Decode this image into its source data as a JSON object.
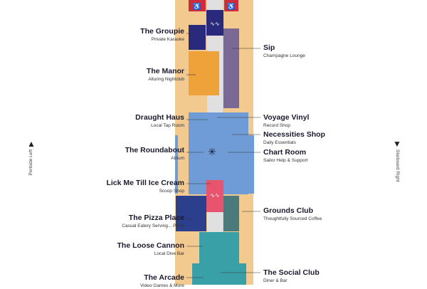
{
  "map": {
    "colors": {
      "deck": "#f2c98f",
      "corridor": "#e0e0e0",
      "red": "#cf2c3b",
      "navy": "#2a2a7c",
      "orange": "#f0a23a",
      "purple": "#7a6895",
      "blue": "#6f9cd6",
      "pink": "#e8546d",
      "darkteal": "#4a7a7c",
      "teal": "#3aa0a8",
      "checker": "#2b3f8c"
    },
    "side_left": {
      "lines": [
        "Portside",
        "Left"
      ]
    },
    "side_right": {
      "lines": [
        "Starboard",
        "Right"
      ]
    },
    "venues_left": [
      {
        "name": "The Groupie",
        "desc": "Private Karaoke"
      },
      {
        "name": "The Manor",
        "desc": "Alluring Nightclub"
      },
      {
        "name": "Draught Haus",
        "desc": "Local Tap Room"
      },
      {
        "name": "The Roundabout",
        "desc": "Atrium"
      },
      {
        "name": "Lick Me Till Ice Cream",
        "desc": "Scoop Shop"
      },
      {
        "name": "The Pizza Place",
        "desc": "Casual Eatery Serving... Pizza"
      },
      {
        "name": "The Loose Cannon",
        "desc": "Local Dive Bar"
      },
      {
        "name": "The Arcade",
        "desc": "Video Games & More"
      }
    ],
    "venues_right": [
      {
        "name": "Sip",
        "desc": "Champagne Lounge"
      },
      {
        "name": "Voyage Vinyl",
        "desc": "Record Shop"
      },
      {
        "name": "Necessities Shop",
        "desc": "Daily Essentials"
      },
      {
        "name": "Chart Room",
        "desc": "Sailor Help & Support"
      },
      {
        "name": "Grounds Club",
        "desc": "Thoughtfully Sourced Coffee"
      },
      {
        "name": "The Social Club",
        "desc": "Diner & Bar"
      }
    ]
  }
}
